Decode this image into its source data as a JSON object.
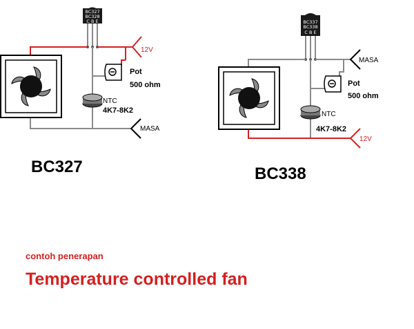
{
  "left_circuit": {
    "transistor_part": "BC327",
    "transistor_marking_1": "BC327",
    "transistor_marking_2": "BC328",
    "pins": "C B E",
    "supply_label": "12V",
    "pot_label": "Pot",
    "pot_value": "500  ohm",
    "ntc_label": "NTC",
    "ntc_value": "4K7-8K2",
    "ground_label": "MASA",
    "title": "BC327"
  },
  "right_circuit": {
    "transistor_part": "BC338",
    "transistor_marking_1": "BC337",
    "transistor_marking_2": "BC338",
    "pins": "C B E",
    "ground_label": "MASA",
    "pot_label": "Pot",
    "pot_value": "500  ohm",
    "ntc_label": "NTC",
    "ntc_value": "4K7-8K2",
    "supply_label": "12V",
    "title": "BC338"
  },
  "caption": {
    "subtitle": "contoh penerapan",
    "title": "Temperature controlled fan"
  },
  "colors": {
    "wire": "#8a8a8a",
    "supply_wire": "#d42020",
    "component_dark": "#1a1a1a",
    "text_red": "#d42020"
  }
}
